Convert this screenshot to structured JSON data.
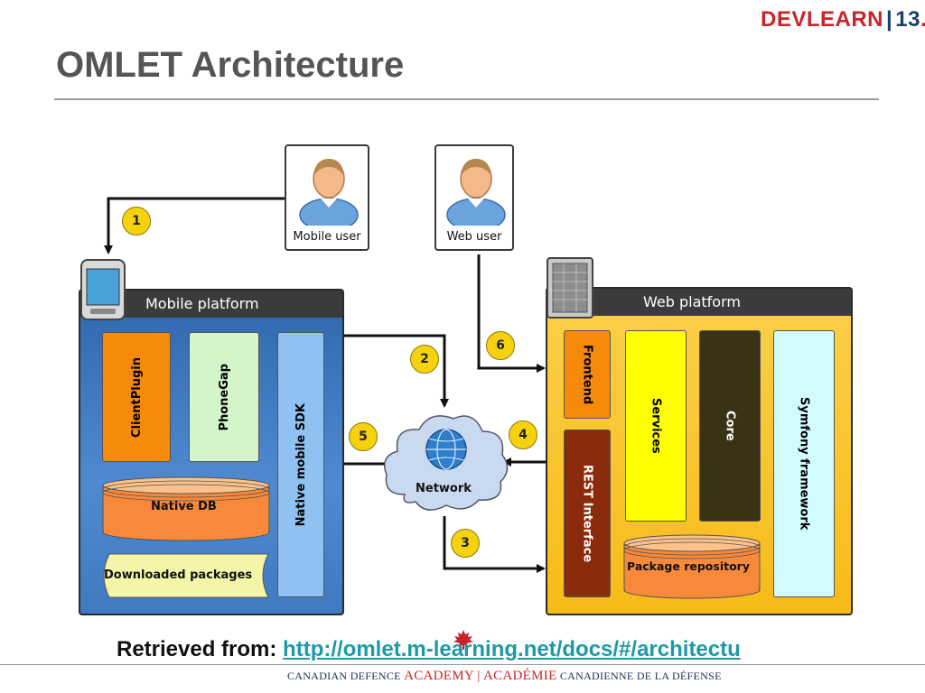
{
  "slide": {
    "title": "OMLET Architecture",
    "logo": {
      "brand": "DEVLEARN",
      "edition": "13",
      "dot": "."
    }
  },
  "diagram": {
    "users": {
      "mobile": "Mobile user",
      "web": "Web user"
    },
    "mobile_platform": {
      "title": "Mobile platform",
      "components": {
        "client_plugin": "ClientPlugin",
        "phonegap": "PhoneGap",
        "native_sdk": "Native mobile SDK",
        "native_db": "Native DB",
        "downloaded_packages": "Downloaded packages"
      }
    },
    "web_platform": {
      "title": "Web platform",
      "components": {
        "frontend": "Frontend",
        "rest_interface": "REST Interface",
        "services": "Services",
        "core": "Core",
        "symfony": "Symfony framework",
        "package_repository": "Package repository"
      }
    },
    "network": "Network",
    "steps": [
      "1",
      "2",
      "3",
      "4",
      "5",
      "6"
    ],
    "colors": {
      "mobile_bg": "#3f79c0",
      "web_bg": "#f7bb17",
      "platform_header": "#3b3b3b",
      "step_badge": "#f6d10d",
      "client_plugin": "#f58a0b",
      "phonegap": "#d4f4c9",
      "native_sdk": "#8fc2f3",
      "frontend": "#f58a0b",
      "rest_interface": "#8a2c0c",
      "services": "#ffff00",
      "core": "#3a3214",
      "symfony": "#d2fbfd",
      "db": "#f8893a",
      "downloaded": "#f4f5a8"
    }
  },
  "footer": {
    "retrieved_label": "Retrieved from:",
    "url": "http://omlet.m-learning.net/docs/#/architectu",
    "academy_prefix": "CANADIAN DEFENCE",
    "academy_en": "ACADEMY",
    "academy_sep": "|",
    "academy_fr": "ACADÉMIE",
    "academy_suffix": "CANADIENNE DE LA DÉFENSE"
  }
}
